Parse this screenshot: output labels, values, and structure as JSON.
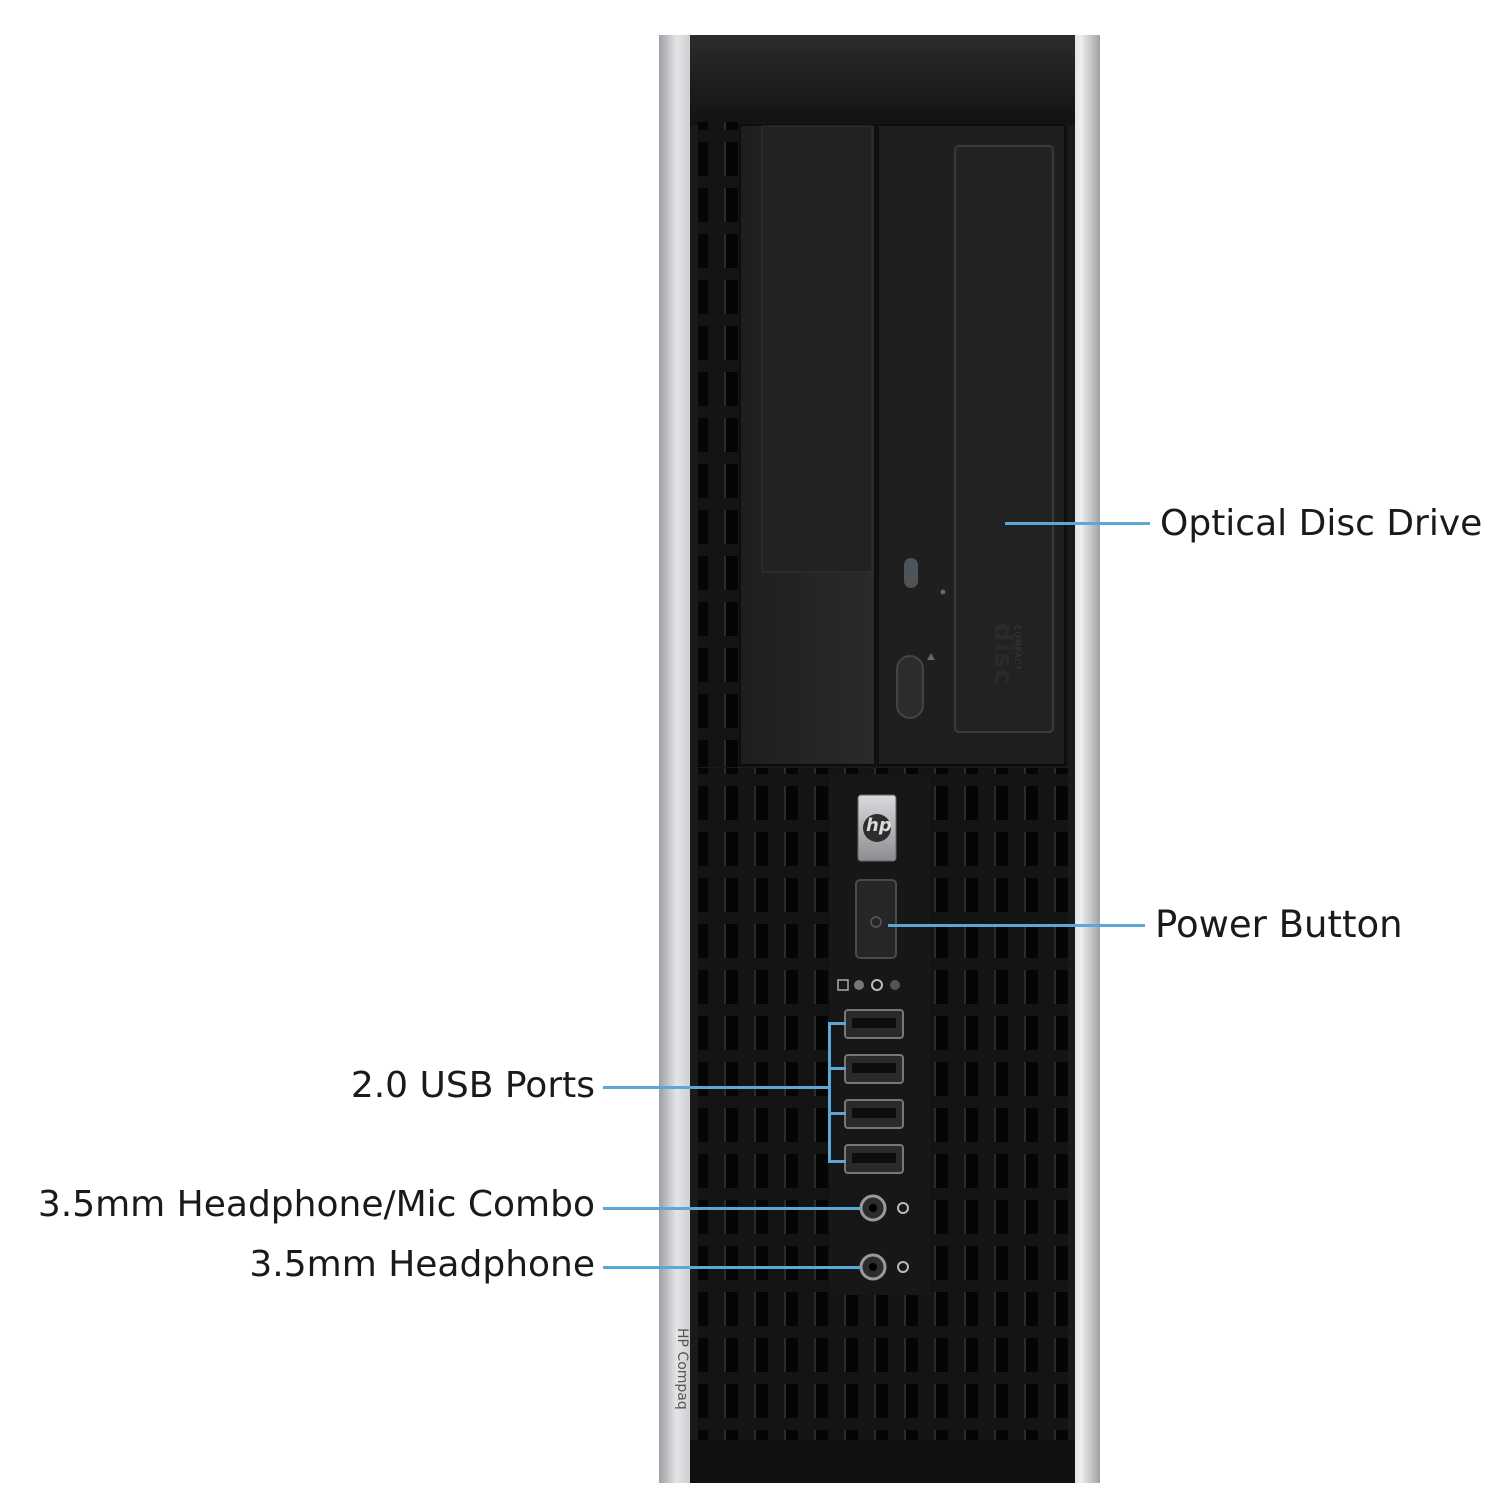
{
  "callouts": {
    "optical": "Optical Disc Drive",
    "power": "Power Button",
    "usb": "2.0 USB Ports",
    "combo": "3.5mm Headphone/Mic Combo",
    "headphone": "3.5mm Headphone"
  },
  "case": {
    "brand_text": "HP Compaq",
    "logo_text": "hp",
    "disc_logo_text": "disc",
    "disc_logo_small": "COMPACT"
  },
  "colors": {
    "callout_line": "#5aa7d8",
    "case_black": "#1b1b1b",
    "case_silver": "#c8c9cb"
  }
}
